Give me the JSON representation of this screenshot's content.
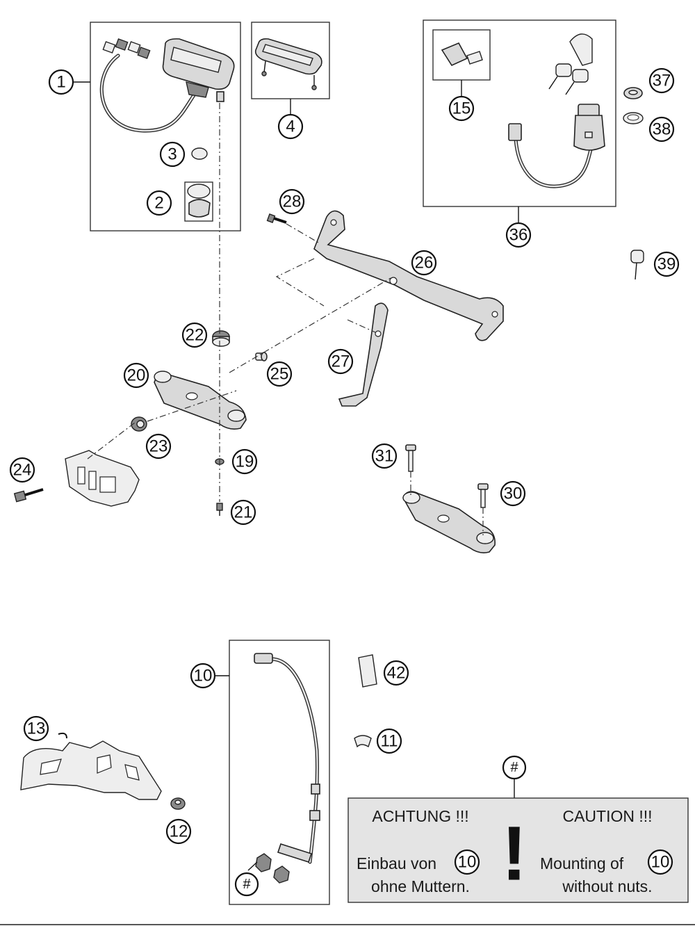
{
  "callouts": [
    {
      "n": "1"
    },
    {
      "n": "2"
    },
    {
      "n": "3"
    },
    {
      "n": "4"
    },
    {
      "n": "10"
    },
    {
      "n": "11"
    },
    {
      "n": "12"
    },
    {
      "n": "13"
    },
    {
      "n": "15"
    },
    {
      "n": "19"
    },
    {
      "n": "20"
    },
    {
      "n": "21"
    },
    {
      "n": "22"
    },
    {
      "n": "23"
    },
    {
      "n": "24"
    },
    {
      "n": "25"
    },
    {
      "n": "26"
    },
    {
      "n": "27"
    },
    {
      "n": "28"
    },
    {
      "n": "30"
    },
    {
      "n": "31"
    },
    {
      "n": "36"
    },
    {
      "n": "37"
    },
    {
      "n": "38"
    },
    {
      "n": "39"
    },
    {
      "n": "42"
    },
    {
      "n": "#"
    },
    {
      "n": "#"
    }
  ],
  "caution": {
    "de_heading": "ACHTUNG !!!",
    "en_heading": "CAUTION !!!",
    "de_line1_pre": "Einbau von",
    "de_line1_ref": "10",
    "de_line2": "ohne Muttern.",
    "en_line1_pre": "Mounting of",
    "en_line1_ref": "10",
    "en_line2": "without nuts.",
    "exclamation": "!"
  }
}
